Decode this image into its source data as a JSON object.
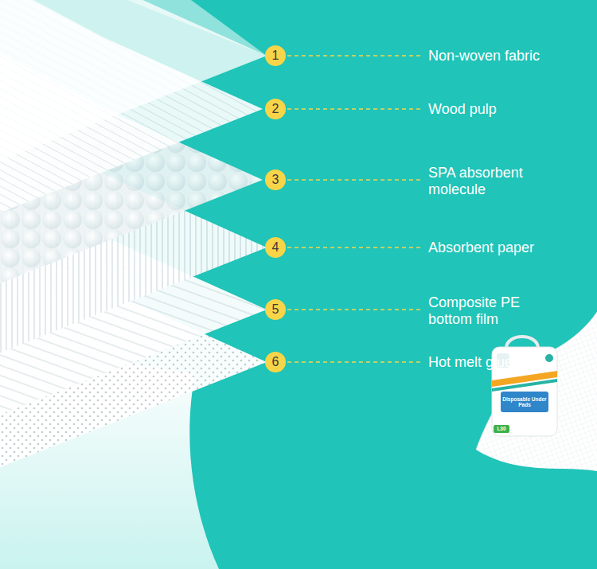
{
  "diagram": {
    "labels": [
      "1",
      "Non-woven fabric",
      "2",
      "Wood pulp",
      "3",
      "SPA absorbent molecule",
      "4",
      "Absorbent paper",
      "5",
      "Composite PE bottom film",
      "6",
      "Hot melt glue",
      "Disposable Under Pads",
      "L30"
    ]
  }
}
